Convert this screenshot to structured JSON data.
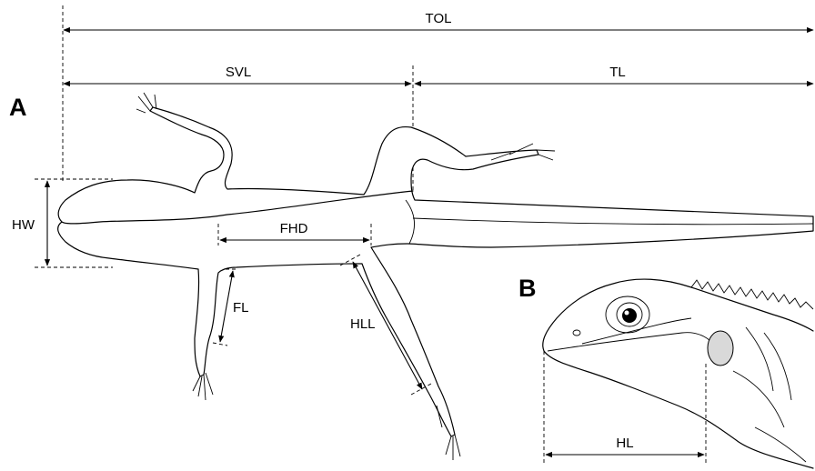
{
  "panels": {
    "a": "A",
    "b": "B"
  },
  "measurements": {
    "tol": "TOL",
    "svl": "SVL",
    "tl": "TL",
    "hw": "HW",
    "fhd": "FHD",
    "fl": "FL",
    "hll": "HLL",
    "hl": "HL"
  },
  "colors": {
    "line": "#000000",
    "tympanum": "#d9d9d9"
  }
}
